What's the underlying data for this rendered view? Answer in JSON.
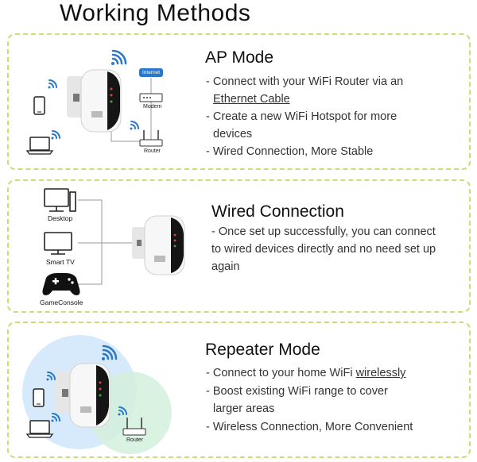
{
  "title": "Working Methods",
  "ap_mode": {
    "heading": "AP Mode",
    "line1": "- Connect with your WiFi Router via an",
    "line2": "Ethernet Cable",
    "line3": "- Create a new WiFi Hotspot for more",
    "line4": "devices",
    "line5": "- Wired Connection, More Stable",
    "label_internet": "Internet",
    "label_modem": "Modem",
    "label_router": "Router"
  },
  "wired": {
    "heading": "Wired Connection",
    "line1": "- Once set up successfully, you can connect",
    "line2": "to wired devices directly and no need set up",
    "line3": "again",
    "label_desktop": "Desktop",
    "label_tv": "Smart TV",
    "label_console": "GameConsole"
  },
  "repeater": {
    "heading": "Repeater Mode",
    "line1_prefix": "- Connect to your home WiFi ",
    "line1_underlined": "wirelessly",
    "line2": "- Boost existing WiFi range to cover",
    "line3": "larger areas",
    "line4": "- Wireless Connection, More Convenient",
    "label_router": "Router"
  },
  "colors": {
    "border": "#c9dd7a",
    "wifi": "#2a78c8",
    "circle_blue": "#cfe6fb",
    "circle_green": "#d3f0dc"
  },
  "icons": [
    "wifi-icon",
    "repeater-device-icon",
    "phone-icon",
    "laptop-icon",
    "modem-icon",
    "router-icon",
    "desktop-icon",
    "tv-icon",
    "gamepad-icon"
  ]
}
